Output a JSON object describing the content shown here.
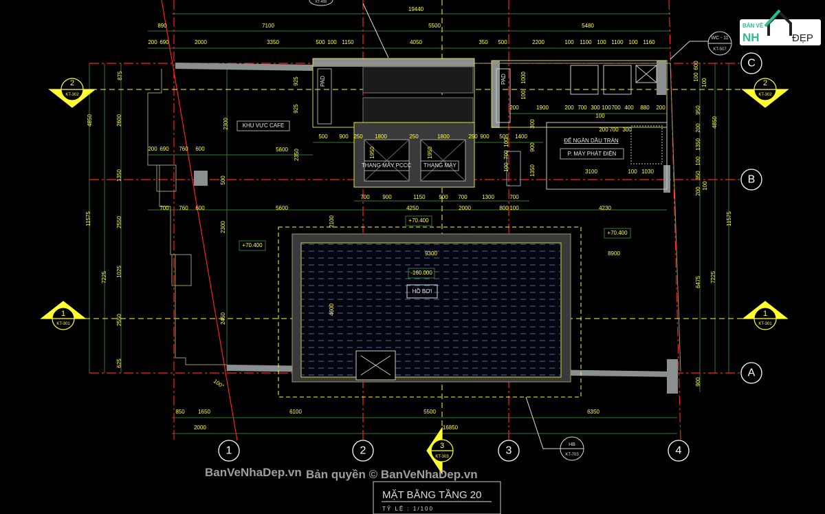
{
  "title": "MẶT BẰNG TẦNG 20",
  "scale": "TỶ LỆ : 1/100",
  "watermark_1": "BanVeNhaDep.vn",
  "watermark_2": "Bản quyền © BanVeNhaDep.vn",
  "logo": {
    "line1": "BẢN VẼ",
    "line2a": "NH",
    "line2b": "ĐẸP"
  },
  "grid_bubbles": {
    "rows": [
      "C",
      "B",
      "A"
    ],
    "cols": [
      "1",
      "2",
      "3",
      "4"
    ]
  },
  "section_markers": [
    {
      "num": "2",
      "ref": "KT-302"
    },
    {
      "num": "2",
      "ref": "KT-302"
    },
    {
      "num": "1",
      "ref": "KT-301"
    },
    {
      "num": "1",
      "ref": "KT-301"
    },
    {
      "num": "3",
      "ref": "KT-303"
    }
  ],
  "callouts": [
    {
      "top": "WC - 11",
      "bottom": "KT-507"
    },
    {
      "top": "HB",
      "bottom": "KT-703"
    },
    {
      "top": "",
      "bottom": "KT-408"
    }
  ],
  "rooms": {
    "cafe": "KHU VỰC CAFE",
    "fire_elevator": "THANG MÁY PCCC",
    "elevator": "THANG MÁY",
    "oil_tray": "ĐỂ NGĂN DẦU TRÀN",
    "generator": "P. MÁY PHÁT ĐIỆN",
    "pool": "HỒ BƠI",
    "pad_1": "PAD",
    "pad_2": "PAD",
    "angle": "100°"
  },
  "levels": [
    "+70.400",
    "+70.400",
    "+70.400",
    "-160.000"
  ],
  "colors": {
    "background": "#000000",
    "dimension": "#ffff33",
    "grid_axis": "#ff2020",
    "dim_line": "#2f7a2f",
    "wall": "#8a8f8f"
  },
  "dims": [
    "19440",
    "890",
    "7100",
    "5500",
    "5480",
    "200",
    "690",
    "2000",
    "3350",
    "500",
    "100",
    "1150",
    "4050",
    "350",
    "500",
    "2200",
    "100",
    "1100",
    "100",
    "1100",
    "100",
    "1160",
    "200",
    "1900",
    "200",
    "700",
    "300",
    "100",
    "700",
    "400",
    "880",
    "200",
    "100",
    "500",
    "900",
    "250",
    "1800",
    "250",
    "1800",
    "250",
    "900",
    "500",
    "1400",
    "200",
    "700",
    "300",
    "5600",
    "200",
    "690",
    "760",
    "600",
    "1950",
    "1950",
    "700",
    "900",
    "1150",
    "900",
    "700",
    "1300",
    "700",
    "700",
    "760",
    "600",
    "5600",
    "4250",
    "2000",
    "800",
    "100",
    "4230",
    "3100",
    "100",
    "1030",
    "9300",
    "8900",
    "850",
    "1650",
    "6100",
    "5500",
    "6350",
    "2000",
    "16850",
    "11575",
    "4850",
    "7225",
    "875",
    "2600",
    "1350",
    "2550",
    "1025",
    "2550",
    "625",
    "2300",
    "2350",
    "500",
    "2300",
    "2450",
    "2100",
    "4600",
    "925",
    "925",
    "1000",
    "100",
    "300",
    "900",
    "1350",
    "100",
    "700",
    "100",
    "11575",
    "4850",
    "7225",
    "6475",
    "600",
    "100",
    "100",
    "950",
    "200",
    "1350",
    "100",
    "350",
    "200",
    "900",
    "100"
  ]
}
